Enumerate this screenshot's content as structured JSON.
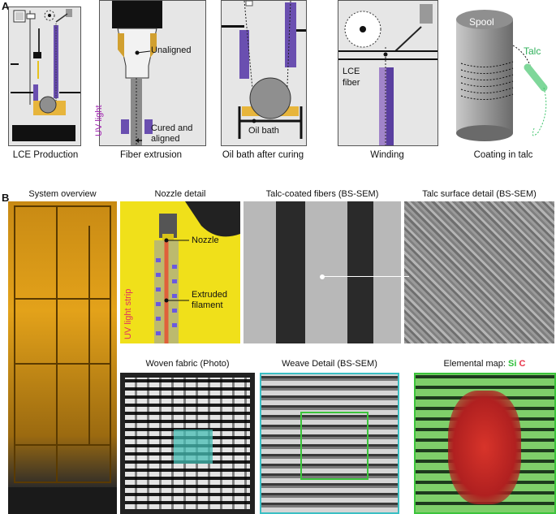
{
  "panel_a": {
    "letter": "A",
    "captions": [
      "LCE Production",
      "Fiber extrusion",
      "Oil bath after curing",
      "Winding",
      "Coating in talc"
    ],
    "labels": {
      "unaligned": "Unaligned",
      "uv_light": "UV light",
      "cured_aligned_1": "Cured and",
      "cured_aligned_2": "aligned",
      "oil_bath": "Oil bath",
      "lce_fiber_1": "LCE",
      "lce_fiber_2": "fiber",
      "spool": "Spool",
      "talc": "Talc"
    }
  },
  "panel_b": {
    "letter": "B",
    "titles": {
      "system": "System overview",
      "nozzle": "Nozzle detail",
      "talc_fibers": "Talc-coated fibers (BS-SEM)",
      "talc_surface": "Talc surface detail (BS-SEM)",
      "woven": "Woven fabric (Photo)",
      "weave": "Weave Detail (BS-SEM)",
      "elemental_prefix": "Elemental map: ",
      "elemental_si": "Si",
      "elemental_c": "C"
    },
    "nozzle_labels": {
      "nozzle": "Nozzle",
      "extruded_1": "Extruded",
      "extruded_2": "filament",
      "uv_strip": "UV light strip"
    }
  },
  "colors": {
    "uv_purple": "#6a4fb0",
    "talc_green": "#3cc46a",
    "si_green": "#2fbf3a",
    "c_red": "#e8344a",
    "yellow_bg": "#f4e21a",
    "weave_border": "#3bbfc4",
    "map_border": "#3cc43c"
  }
}
